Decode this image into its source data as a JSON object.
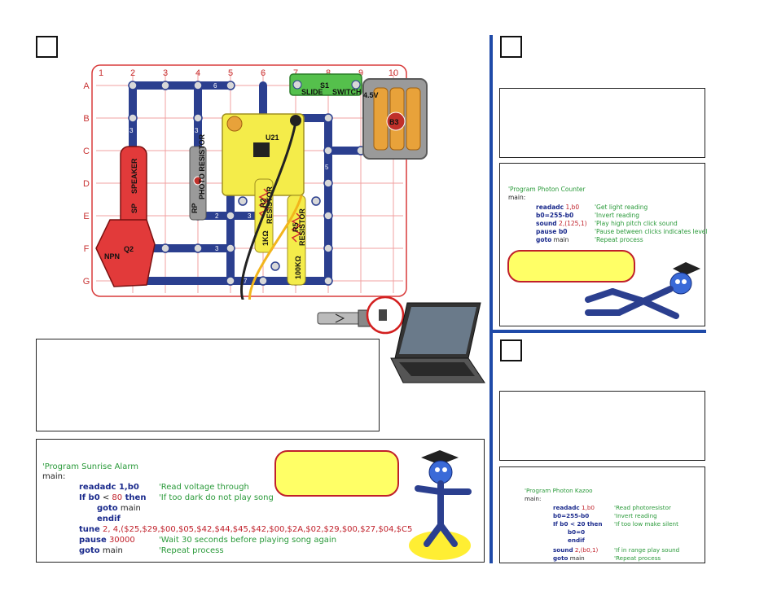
{
  "project_numbers": {
    "main": "",
    "top_right": "",
    "bottom_right": ""
  },
  "grid": {
    "columns": [
      "1",
      "2",
      "3",
      "4",
      "5",
      "6",
      "7",
      "8",
      "9",
      "10"
    ],
    "rows": [
      "A",
      "B",
      "C",
      "D",
      "E",
      "F",
      "G"
    ]
  },
  "parts": {
    "switch_name": "S1",
    "switch_label_1": "SLIDE",
    "switch_label_2": "SWITCH",
    "battery_name": "B3",
    "battery_volt": "4.5V",
    "speaker_name": "SP",
    "speaker_label": "SPEAKER",
    "transistor_name": "Q2",
    "transistor_label": "NPN",
    "module_name": "U21",
    "photoresistor_name": "RP",
    "photoresistor_label": "PHOTO RESISTOR",
    "r2_name": "R2",
    "r2_value": "1KΩ",
    "r2_label": "RESISTOR",
    "r5_name": "R5",
    "r5_value": "100KΩ",
    "r5_label": "RESISTOR"
  },
  "program_sunrise": {
    "title": "'Program Sunrise Alarm",
    "main": "main:",
    "l1_kw": "readadc",
    "l1_args": " 1,b0",
    "l1_cm": "'Read voltage through",
    "l2_kw": "If b0",
    "l2_op": " < ",
    "l2_num": "80",
    "l2_then": " then",
    "l2_cm": "'If too dark do not play song",
    "l3_kw": "goto",
    "l3_arg": " main",
    "l4_kw": "endif",
    "l5_kw": "tune",
    "l5_args": " 2, 4,($25,$29,$00,$05,$42,$44,$45,$42,$00,$2A,$02,$29,$00,$27,$04,$C5",
    "l6_kw": "pause",
    "l6_num": " 30000",
    "l6_cm": "'Wait 30 seconds before playing song again",
    "l7_kw": "goto",
    "l7_arg": " main",
    "l7_cm": "'Repeat process"
  },
  "program_counter": {
    "title": "'Program Photon Counter",
    "main": "main:",
    "l1_kw": "readadc",
    "l1_args": " 1,b0",
    "l1_cm": "'Get light reading",
    "l2_kw": "b0=255-b0",
    "l2_cm": "'Invert reading",
    "l3_kw": "sound",
    "l3_args": " 2,(125,1)",
    "l3_cm": "'Play high pitch click sound",
    "l4_kw": "pause",
    "l4_args": " b0",
    "l4_cm": "'Pause between clicks indicates level",
    "l5_kw": "goto",
    "l5_arg": " main",
    "l5_cm": "'Repeat process"
  },
  "program_kazoo": {
    "title": "'Program Photon Kazoo",
    "main": "main:",
    "l1_kw": "readadc",
    "l1_args": " 1,b0",
    "l1_cm": "'Read photoresistor",
    "l2_kw": "b0=255-b0",
    "l2_cm": "'Invert reading",
    "l3_kw": "If b0",
    "l3_op": " < 20 then",
    "l3_cm": "'If too low make silent",
    "l4_kw": "b0=0",
    "l5_kw": "endif",
    "l6_kw": "sound",
    "l6_args": " 2,(b0,1)",
    "l6_cm": "'If in range play sound",
    "l7_kw": "goto",
    "l7_arg": " main",
    "l7_cm": "'Repeat process"
  },
  "colors": {
    "rail": "#1f4aa8",
    "code_comment": "#2a9a3a",
    "code_keyword": "#1a2a8c",
    "code_number": "#c0202a",
    "bubble": "#ffff66"
  }
}
